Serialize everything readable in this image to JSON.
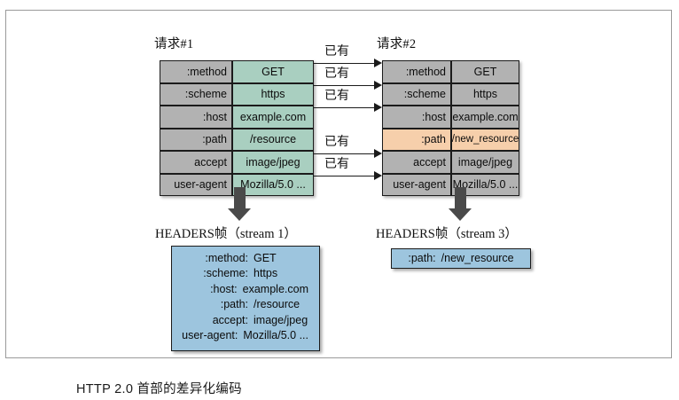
{
  "figure": {
    "caption": "HTTP 2.0 首部的差异化编码",
    "colors": {
      "header_name_cell": "#b2b2b2",
      "header_value_cell_request1": "#a9cfc0",
      "header_value_cell_request2": "#b2b2b2",
      "changed_row_highlight": "#f6cfab",
      "headers_frame_fill": "#9dc5de",
      "border": "#1b1b1b",
      "arrow": "#4a4a4a"
    }
  },
  "request1": {
    "title": "请求#1",
    "rows": [
      {
        "name": ":method",
        "value": "GET"
      },
      {
        "name": ":scheme",
        "value": "https"
      },
      {
        "name": ":host",
        "value": "example.com"
      },
      {
        "name": ":path",
        "value": "/resource"
      },
      {
        "name": "accept",
        "value": "image/jpeg"
      },
      {
        "name": "user-agent",
        "value": "Mozilla/5.0 ..."
      }
    ]
  },
  "request2": {
    "title": "请求#2",
    "rows": [
      {
        "name": ":method",
        "value": "GET",
        "changed": false
      },
      {
        "name": ":scheme",
        "value": "https",
        "changed": false
      },
      {
        "name": ":host",
        "value": "example.com",
        "changed": false
      },
      {
        "name": ":path",
        "value": "/new_resource",
        "changed": true
      },
      {
        "name": "accept",
        "value": "image/jpeg",
        "changed": false
      },
      {
        "name": "user-agent",
        "value": "Mozilla/5.0 ...",
        "changed": false
      }
    ]
  },
  "connectors": {
    "label": "已有",
    "items": [
      {
        "label": "已有",
        "row": ":method"
      },
      {
        "label": "已有",
        "row": ":scheme"
      },
      {
        "label": "已有",
        "row": ":host"
      },
      {
        "label": "已有",
        "row": "accept"
      },
      {
        "label": "已有",
        "row": "user-agent"
      }
    ]
  },
  "headers_frame_1": {
    "caption": "HEADERS帧（stream 1）",
    "rows": [
      {
        "name": ":method:",
        "value": "GET"
      },
      {
        "name": ":scheme:",
        "value": "https"
      },
      {
        "name": ":host:",
        "value": "example.com"
      },
      {
        "name": ":path:",
        "value": "/resource"
      },
      {
        "name": "accept:",
        "value": "image/jpeg"
      },
      {
        "name": "user-agent:",
        "value": "Mozilla/5.0 ..."
      }
    ]
  },
  "headers_frame_2": {
    "caption": "HEADERS帧（stream 3）",
    "rows": [
      {
        "name": ":path:",
        "value": "/new_resource"
      }
    ]
  }
}
